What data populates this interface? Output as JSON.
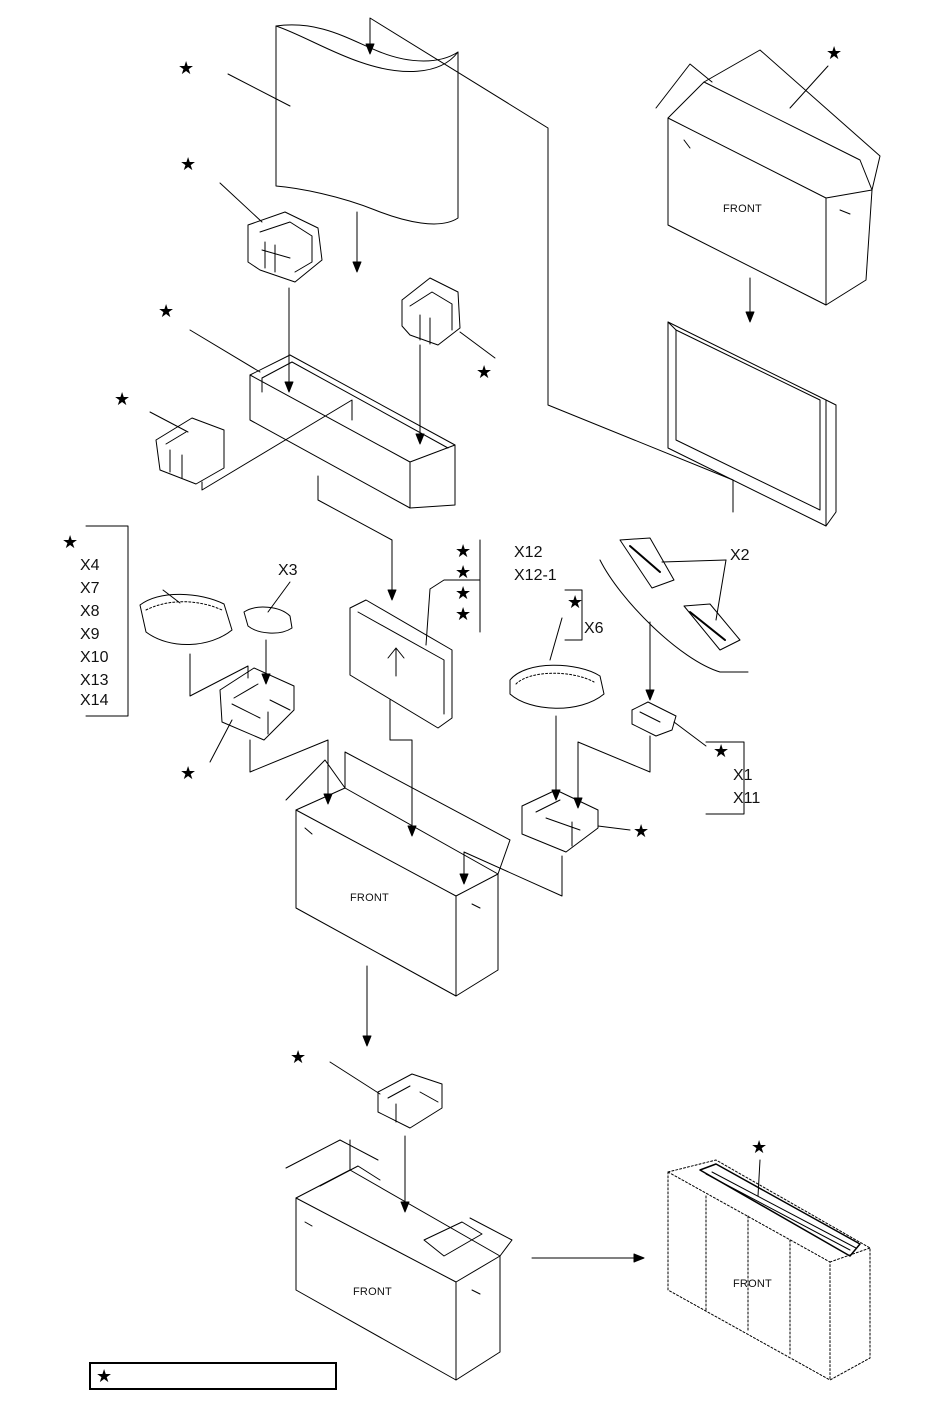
{
  "markers": {
    "star": "★"
  },
  "box_labels": {
    "front_top_right": "FRONT",
    "front_middle": "FRONT",
    "front_bottom": "FRONT",
    "front_bottom_right": "FRONT"
  },
  "accessory_groups": {
    "left_list": [
      "X4",
      "X7",
      "X8",
      "X9",
      "X10",
      "X13",
      "X14"
    ],
    "small_pad": "X3",
    "manual_list": [
      "X12",
      "X12-1"
    ],
    "pad_right": "X6",
    "cable_ties": "X2",
    "remote_list": [
      "X1",
      "X11"
    ]
  },
  "legend": {
    "symbol": "★",
    "text": ""
  },
  "colors": {
    "line": "#000000",
    "background": "#ffffff",
    "part_fill": "#ffffff"
  }
}
